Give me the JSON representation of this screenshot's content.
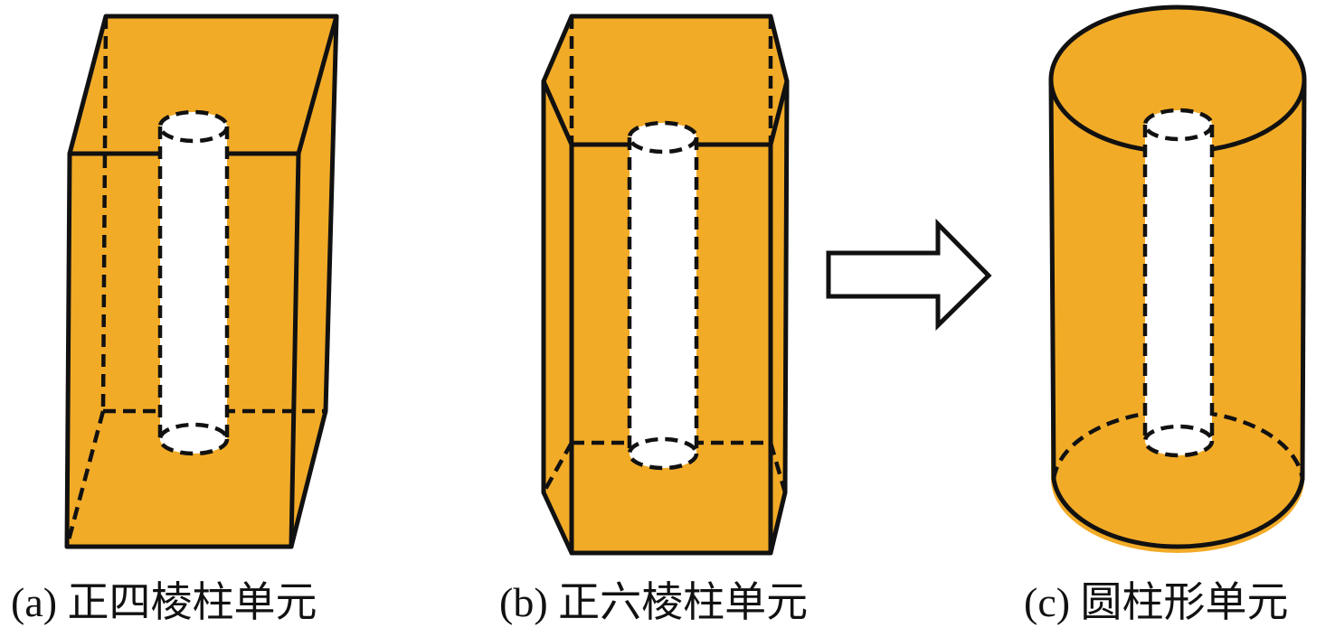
{
  "colors": {
    "fill": "#f2ab27",
    "stroke": "#111111",
    "hole": "#ffffff"
  },
  "panels": [
    {
      "id": "a",
      "caption": "(a) 正四棱柱单元"
    },
    {
      "id": "b",
      "caption": "(b) 正六棱柱单元"
    },
    {
      "id": "c",
      "caption": "(c) 圆柱形单元"
    }
  ]
}
